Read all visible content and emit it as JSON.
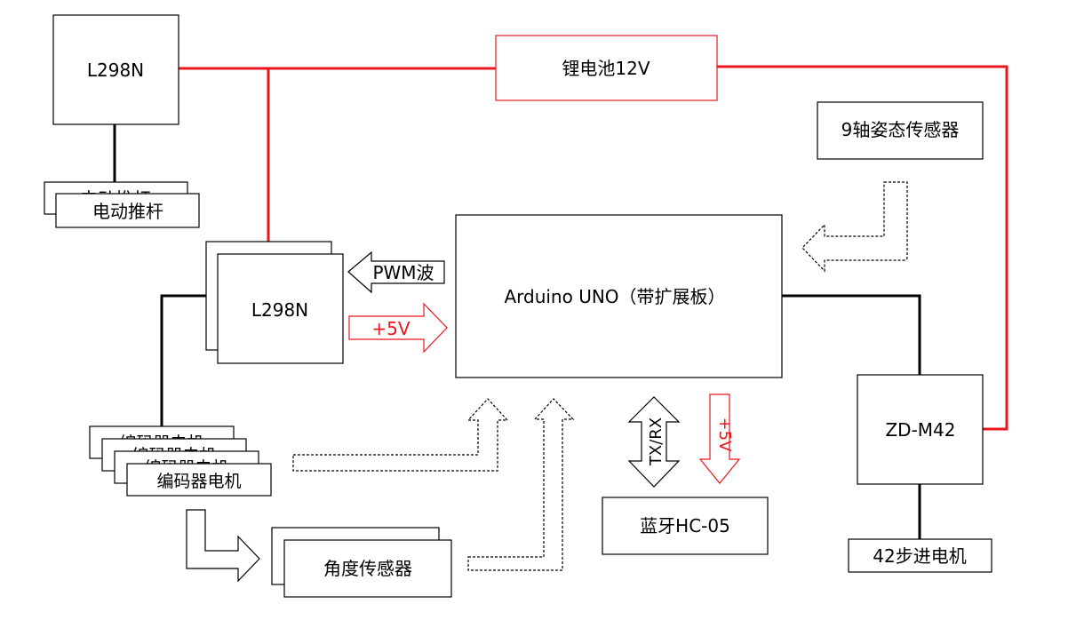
{
  "colors": {
    "power_wire": "#e8171d",
    "signal_wire": "#000000",
    "battery_border": "#e8171d",
    "plus5v_arrow": "#e8171d"
  },
  "nodes": {
    "l298n_top": {
      "label": "L298N"
    },
    "battery": {
      "label": "锂电池12V"
    },
    "imu": {
      "label": "9轴姿态传感器"
    },
    "actuator_back": {
      "label": "电动推杆"
    },
    "actuator_front": {
      "label": "电动推杆"
    },
    "l298n_mid": {
      "label": "L298N"
    },
    "arduino": {
      "label": "Arduino UNO（带扩展板）"
    },
    "encoder_motor_1": {
      "label": "编码器电机"
    },
    "encoder_motor_2": {
      "label": "编码器电机"
    },
    "encoder_motor_3": {
      "label": "编码器电机"
    },
    "encoder_motor_4": {
      "label": "编码器电机"
    },
    "angle_sensor": {
      "label": "角度传感器"
    },
    "bluetooth": {
      "label": "蓝牙HC-05"
    },
    "stepper_driver": {
      "label": "ZD-M42"
    },
    "stepper_motor": {
      "label": "42步进电机"
    }
  },
  "arrows": {
    "pwm": {
      "label": "PWM波"
    },
    "plus5v_to_arduino": {
      "label": "+5V"
    },
    "txrx": {
      "label": "TX/RX"
    },
    "plus5v_to_bt": {
      "label": "+5V"
    }
  }
}
